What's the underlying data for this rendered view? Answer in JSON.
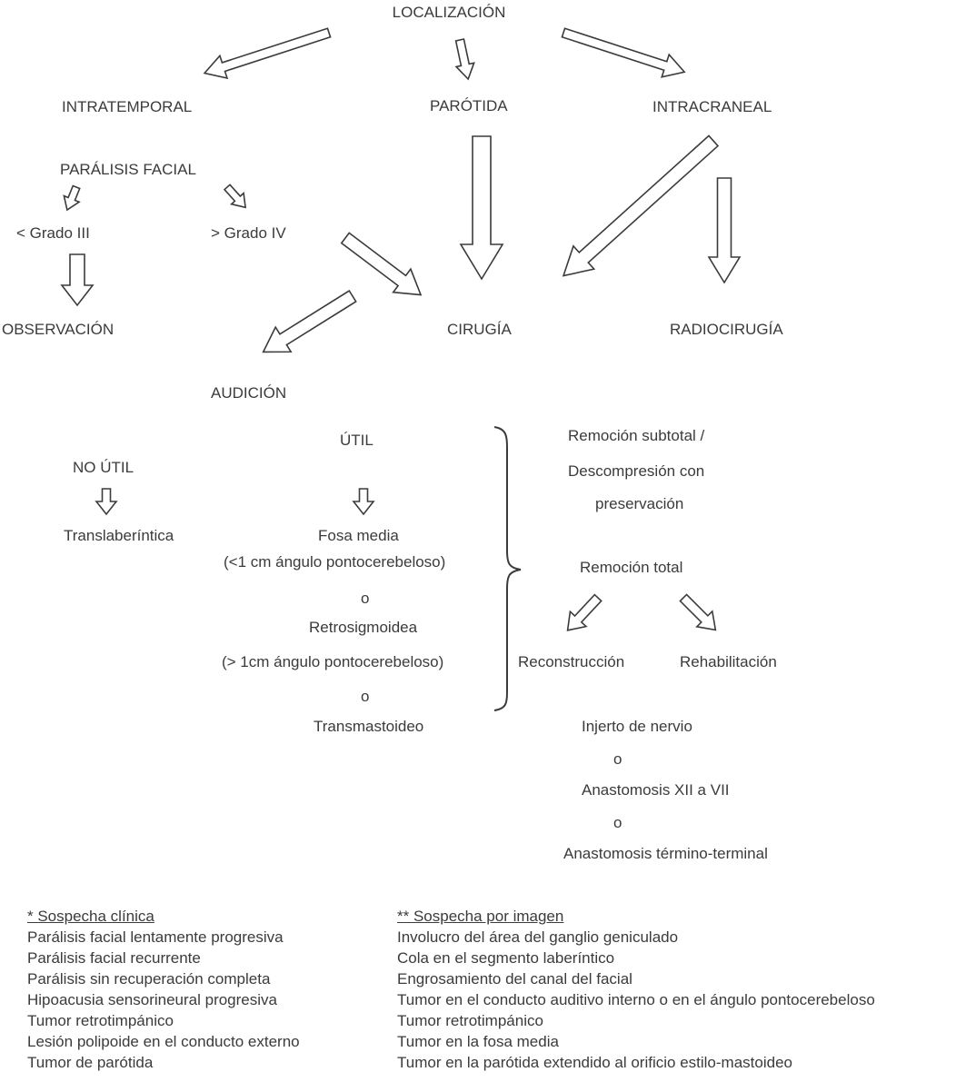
{
  "colors": {
    "text": "#3b3b3b",
    "arrow_fill": "#ffffff",
    "arrow_stroke": "#3b3b3b"
  },
  "flowchart": {
    "root": "LOCALIZACIÓN",
    "locations": {
      "intratemporal": "INTRATEMPORAL",
      "parotida": "PARÓTIDA",
      "intracraneal": "INTRACRANEAL"
    },
    "intratemporal_branch": {
      "paralisis_facial": "PARÁLISIS FACIAL",
      "grado_menor": "< Grado III",
      "grado_mayor": "> Grado IV",
      "observacion": "OBSERVACIÓN",
      "audicion": "AUDICIÓN",
      "no_util": "NO ÚTIL",
      "util": "ÚTIL",
      "translaberintica": "Translaberíntica",
      "fosa_media": "Fosa media",
      "fosa_media_criterio": "(<1 cm ángulo pontocerebeloso)",
      "o_1": "o",
      "retrosigmoidea": "Retrosigmoidea",
      "retrosigmoidea_criterio": "(> 1cm ángulo pontocerebeloso)",
      "o_2": "o",
      "transmastoideo": "Transmastoideo"
    },
    "tratamiento": {
      "cirugia": "CIRUGÍA",
      "radiocirugia": "RADIOCIRUGÍA"
    },
    "resultados": {
      "remocion_subtotal_linea1": "Remoción subtotal /",
      "remocion_subtotal_linea2": "Descompresión con",
      "remocion_subtotal_linea3": "preservación",
      "remocion_total": "Remoción total",
      "reconstruccion": "Reconstrucción",
      "rehabilitacion": "Rehabilitación",
      "injerto_nervio": "Injerto de nervio",
      "o_3": "o",
      "anastomosis_xii_vii": "Anastomosis XII a VII",
      "o_4": "o",
      "anastomosis_termino_terminal": "Anastomosis término-terminal"
    }
  },
  "footnotes": {
    "clinica": {
      "heading": "* Sospecha clínica",
      "items": [
        "Parálisis facial lentamente progresiva",
        "Parálisis facial recurrente",
        "Parálisis sin recuperación completa",
        "Hipoacusia sensorineural progresiva",
        "Tumor retrotimpánico",
        "Lesión polipoide en el conducto externo",
        "Tumor de parótida"
      ]
    },
    "imagen": {
      "heading": "** Sospecha por imagen",
      "items": [
        "Involucro del área del ganglio geniculado",
        "Cola en el segmento laberíntico",
        "Engrosamiento del canal del facial",
        "Tumor en el conducto auditivo interno o en el ángulo pontocerebeloso",
        "Tumor retrotimpánico",
        "Tumor en la fosa media",
        "Tumor en la parótida extendido al orificio estilo-mastoideo"
      ]
    }
  }
}
